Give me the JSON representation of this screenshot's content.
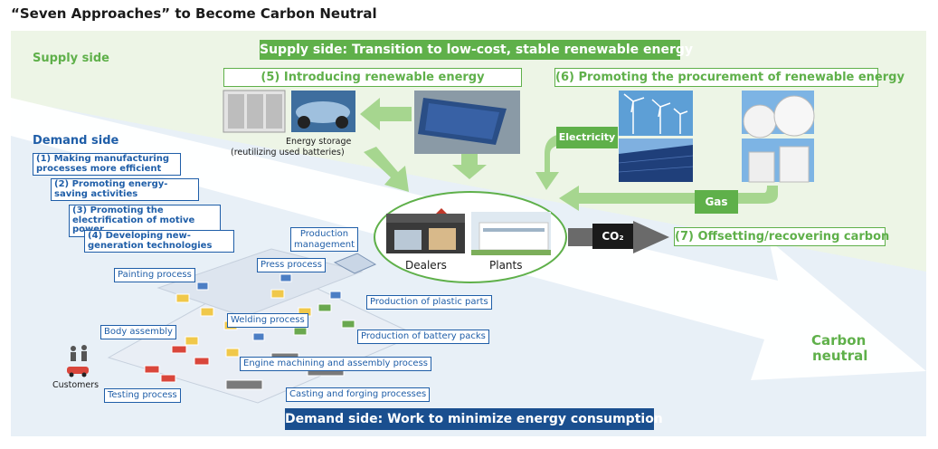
{
  "title": "“Seven Approaches” to Become Carbon Neutral",
  "supply": {
    "side_label": "Supply side",
    "banner": "Supply side: Transition to low-cost, stable renewable energy",
    "box5": "(5) Introducing renewable energy",
    "box6": "(6) Promoting the procurement of renewable energy",
    "energy_storage_line1": "Energy storage",
    "energy_storage_line2": "(reutilizing used batteries)",
    "electricity": "Electricity",
    "gas": "Gas"
  },
  "center": {
    "dealers": "Dealers",
    "plants": "Plants",
    "co2": "CO₂",
    "offset": "(7) Offsetting/recovering carbon",
    "carbon_neutral_1": "Carbon",
    "carbon_neutral_2": "neutral"
  },
  "demand": {
    "side_label": "Demand side",
    "approaches": [
      "(1) Making manufacturing processes more efficient",
      "(2) Promoting energy-saving activities",
      "(3) Promoting the electrification of motive power",
      "(4) Developing new-generation technologies"
    ],
    "banner": "Demand side: Work to minimize energy consumption",
    "customers": "Customers",
    "processes": {
      "production_management": "Production management",
      "press": "Press process",
      "painting": "Painting process",
      "plastic": "Production of plastic parts",
      "welding": "Welding process",
      "body": "Body assembly",
      "battery": "Production of battery packs",
      "engine": "Engine machining and assembly process",
      "testing": "Testing process",
      "casting": "Casting and forging processes"
    }
  },
  "colors": {
    "green": "#5fb04a",
    "light_green": "#a6d68f",
    "blue": "#1f5ea8",
    "dark_blue": "#1a4f8f"
  }
}
